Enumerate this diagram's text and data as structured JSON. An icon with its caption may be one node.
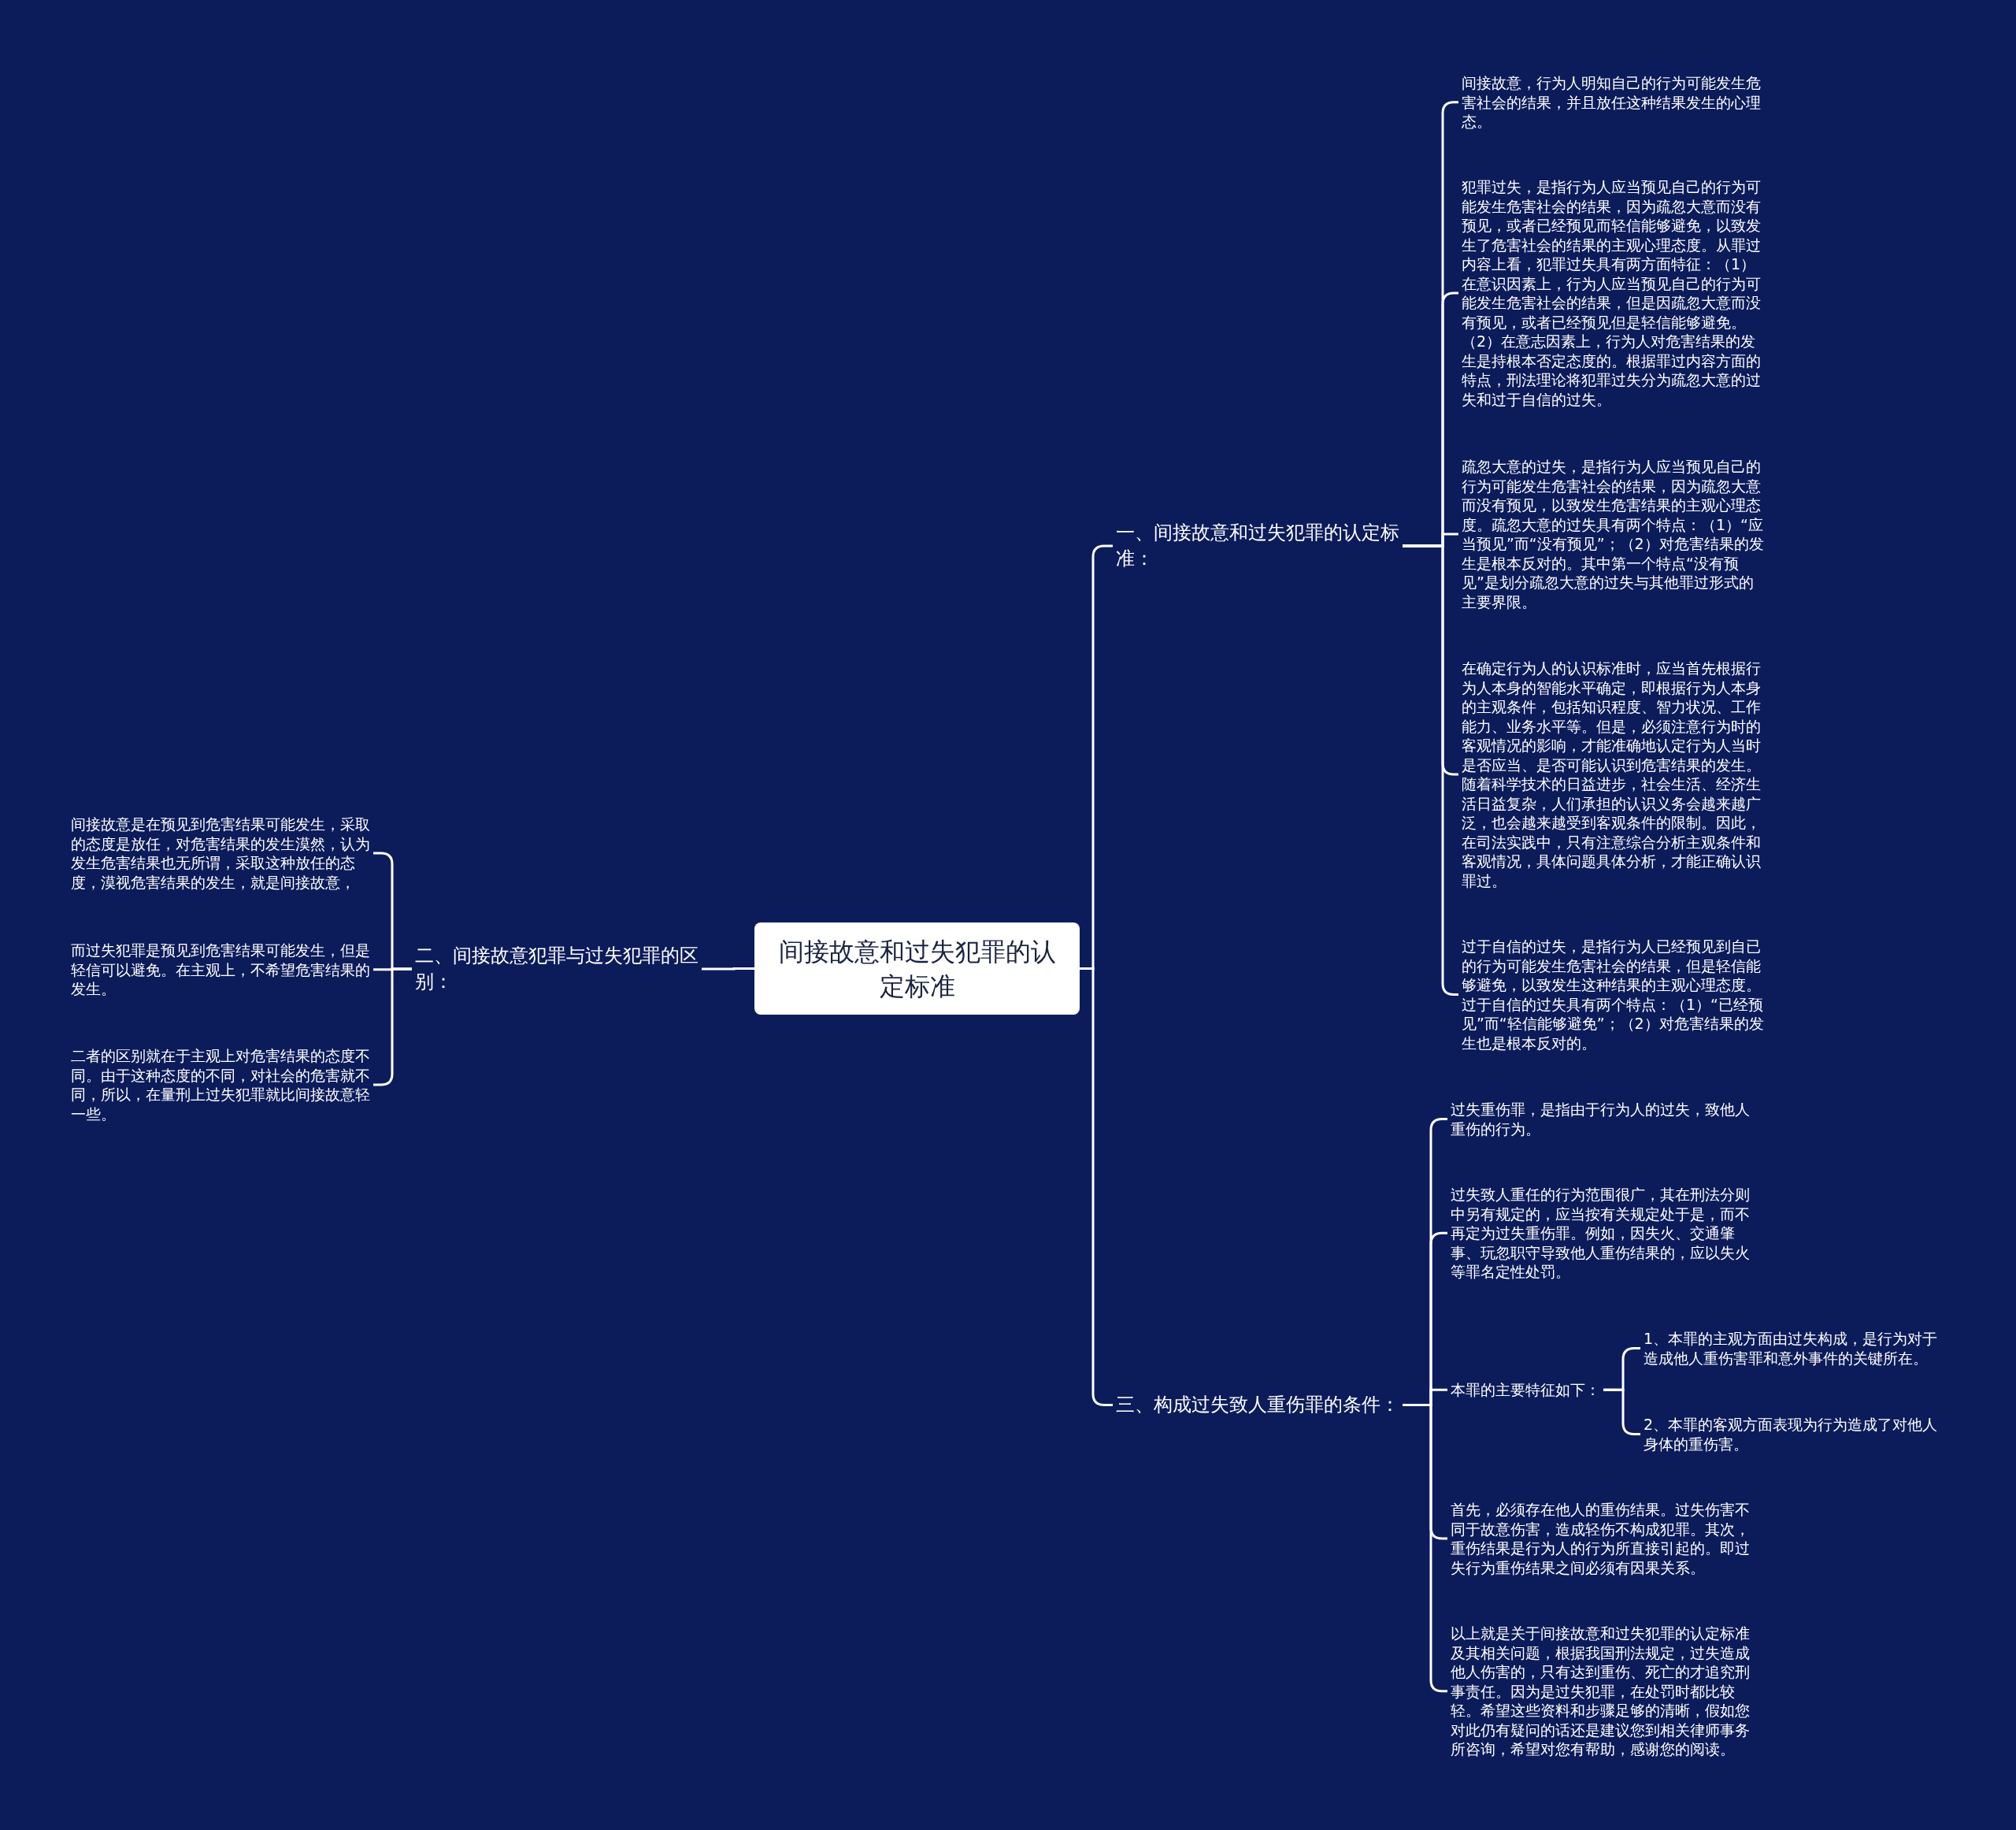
{
  "diagram": {
    "nodes": [
      {
        "text": [
          "间接故意和过失犯罪的认定标准"
        ]
      },
      {
        "text": [
          "一、间接故意和过失犯罪的认定标准："
        ]
      },
      {
        "text": [
          "间接故意，行为人明知自己的行为可能发生危害社会的结果，并且放任这种结果发生的心理态。"
        ]
      },
      {
        "text": [
          "犯罪过失，是指行为人应当预见自己的行为可能发生危害社会的结果，因为疏忽大意而没有预见，或者已经预见而轻信能够避免，以致发生了危害社会的结果的主观心理态度。从罪过内容上看，犯罪过失具有两方面特征：（1）在意识因素上，行为人应当预见自己的行为可能发生危害社会的结果，但是因疏忽大意而没有预见，或者已经预见但是轻信能够避免。（2）在意志因素上，行为人对危害结果的发生是持根本否定态度的。根据罪过内容方面的特点，刑法理论将犯罪过失分为疏忽大意的过失和过于自信的过失。"
        ]
      },
      {
        "text": [
          "疏忽大意的过失，是指行为人应当预见自己的行为可能发生危害社会的结果，因为疏忽大意而没有预见，以致发生危害结果的主观心理态度。疏忽大意的过失具有两个特点：（1）“应当预见”而“没有预见”；（2）对危害结果的发生是根本反对的。其中第一个特点“没有预见”是划分疏忽大意的过失与其他罪过形式的主要界限。"
        ]
      },
      {
        "text": [
          "在确定行为人的认识标准时，应当首先根据行为人本身的智能水平确定，即根据行为人本身的主观条件，包括知识程度、智力状况、工作能力、业务水平等。但是，必须注意行为时的客观情况的影响，才能准确地认定行为人当时是否应当、是否可能认识到危害结果的发生。随着科学技术的日益进步，社会生活、经济生活日益复杂，人们承担的认识义务会越来越广泛，也会越来越受到客观条件的限制。因此，在司法实践中，只有注意综合分析主观条件和客观情况，具体问题具体分析，才能正确认识罪过。"
        ]
      },
      {
        "text": [
          "过于自信的过失，是指行为人已经预见到自已的行为可能发生危害社会的结果，但是轻信能够避免，以致发生这种结果的主观心理态度。过于自信的过失具有两个特点：（1）“已经预见”而“轻信能够避免”；（2）对危害结果的发生也是根本反对的。"
        ]
      },
      {
        "text": [
          "二、间接故意犯罪与过失犯罪的区别："
        ]
      },
      {
        "text": [
          "间接故意是在预见到危害结果可能发生，采取的态度是放任，对危害结果的发生漠然，认为发生危害结果也无所谓，采取这种放任的态度，漠视危害结果的发生，就是间接故意，"
        ]
      },
      {
        "text": [
          "而过失犯罪是预见到危害结果可能发生，但是轻信可以避免。在主观上，不希望危害结果的发生。"
        ]
      },
      {
        "text": [
          "二者的区别就在于主观上对危害结果的态度不同。由于这种态度的不同，对社会的危害就不同，所以，在量刑上过失犯罪就比间接故意轻一些。"
        ]
      },
      {
        "text": [
          "三、构成过失致人重伤罪的条件："
        ]
      },
      {
        "text": [
          "过失重伤罪，是指由于行为人的过失，致他人重伤的行为。"
        ]
      },
      {
        "text": [
          "过失致人重任的行为范围很广，其在刑法分则中另有规定的，应当按有关规定处于是，而不再定为过失重伤罪。例如，因失火、交通肇事、玩忽职守导致他人重伤结果的，应以失火等罪名定性处罚。"
        ]
      },
      {
        "text": [
          "本罪的主要特征如下："
        ]
      },
      {
        "text": [
          "1、本罪的主观方面由过失构成，是行为对于造成他人重伤害罪和意外事件的关键所在。"
        ]
      },
      {
        "text": [
          "2、本罪的客观方面表现为行为造成了对他人身体的重伤害。"
        ]
      },
      {
        "text": [
          "首先，必须存在他人的重伤结果。过失伤害不同于故意伤害，造成轻伤不构成犯罪。其次，重伤结果是行为人的行为所直接引起的。即过失行为重伤结果之间必须有因果关系。"
        ]
      },
      {
        "text": [
          "以上就是关于间接故意和过失犯罪的认定标准及其相关问题，根据我国刑法规定，过失造成他人伤害的，只有达到重伤、死亡的才追究刑事责任。因为是过失犯罪，在处罚时都比较轻。希望这些资料和步骤足够的清晰，假如您对此仍有疑问的话还是建议您到相关律师事务所咨询，希望对您有帮助，感谢您的阅读。"
        ]
      }
    ],
    "edges": [
      {
        "from": 0,
        "to": 1,
        "arrow": "none"
      },
      {
        "from": 1,
        "to": 2,
        "arrow": "none"
      },
      {
        "from": 1,
        "to": 3,
        "arrow": "none"
      },
      {
        "from": 1,
        "to": 4,
        "arrow": "none"
      },
      {
        "from": 1,
        "to": 5,
        "arrow": "none"
      },
      {
        "from": 1,
        "to": 6,
        "arrow": "none"
      },
      {
        "from": 0,
        "to": 7,
        "arrow": "none"
      },
      {
        "from": 7,
        "to": 8,
        "arrow": "none"
      },
      {
        "from": 7,
        "to": 9,
        "arrow": "none"
      },
      {
        "from": 7,
        "to": 10,
        "arrow": "none"
      },
      {
        "from": 0,
        "to": 11,
        "arrow": "none"
      },
      {
        "from": 11,
        "to": 12,
        "arrow": "none"
      },
      {
        "from": 11,
        "to": 13,
        "arrow": "none"
      },
      {
        "from": 11,
        "to": 14,
        "arrow": "none"
      },
      {
        "from": 14,
        "to": 15,
        "arrow": "none"
      },
      {
        "from": 14,
        "to": 16,
        "arrow": "none"
      },
      {
        "from": 11,
        "to": 17,
        "arrow": "none"
      },
      {
        "from": 11,
        "to": 18,
        "arrow": "none"
      }
    ]
  }
}
